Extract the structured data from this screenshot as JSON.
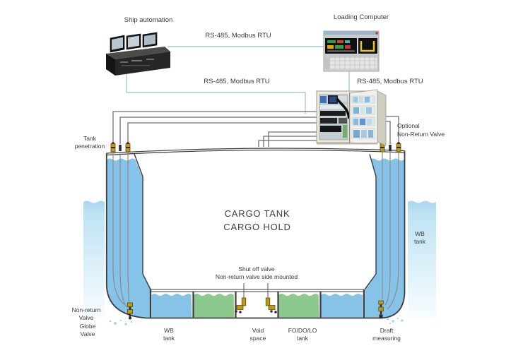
{
  "nodes": {
    "ship_automation": {
      "label": "Ship automation"
    },
    "loading_computer": {
      "label": "Loading Computer"
    },
    "cabinet": {
      "name": "tank-monitoring-cabinet"
    }
  },
  "connections": {
    "console_to_computer": "RS-485, Modbus RTU",
    "console_to_cabinet": "RS-485, Modbus RTU",
    "computer_to_cabinet": "RS-485, Modbus RTU"
  },
  "labels": {
    "tank_penetration": "Tank\npenetration",
    "optional_non_return_valve": "Optional\nNon-Return Valve",
    "cargo_tank": "CARGO TANK",
    "cargo_hold": "CARGO HOLD",
    "shut_off_valve": "Shut off valve\nNon-return valve side mounted",
    "non_return_valve": "Non-return\nValve",
    "globe_valve": "Globe\nValve",
    "wb_tank_bottom": "WB\ntank",
    "void_space": "Void\nspace",
    "fo_do_lo_tank": "FO/DO/LO\ntank",
    "draft_measuring": "Draft\nmeasuring",
    "wb_tank_side": "WB\ntank"
  },
  "equipment_icons": {
    "console": "ship-automation-console",
    "computer": "loading-computer-screenshot",
    "cabinet": "monitoring-cabinet-open-door",
    "deck_valves": "tank-penetration-valves",
    "void_valves": "shut-off-elbow-valves",
    "corner_valve": "globe-non-return-valve-stack",
    "draft_sensor": "draft-measuring-sensor"
  },
  "colors": {
    "connection_line": "#a9c7d6",
    "cable": "#6e6e6e",
    "hull_outline": "#3c3c3c",
    "water_blue": "#85c3e8",
    "sea_blue": "#a8d8ef",
    "tank_green": "#8cc98c",
    "valve_yellow": "#bf9a1a",
    "label_text": "#3a3a3a"
  }
}
